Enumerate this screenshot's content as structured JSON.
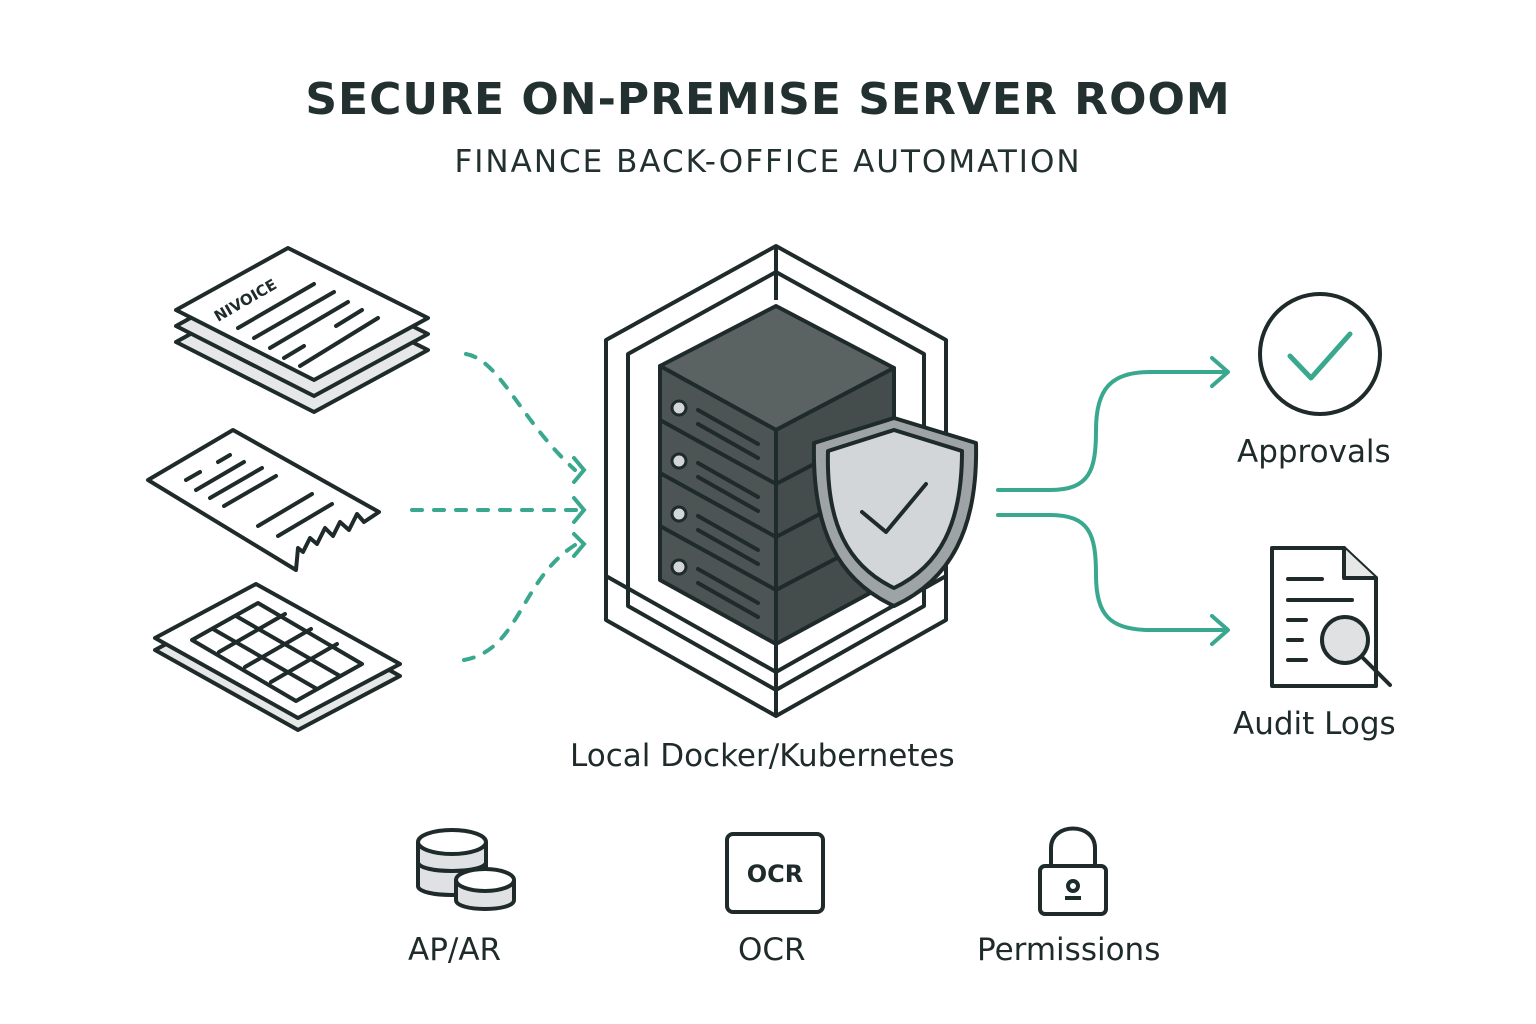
{
  "header": {
    "title": "SECURE ON-PREMISE SERVER ROOM",
    "subtitle": "FINANCE BACK-OFFICE AUTOMATION"
  },
  "inputs": {
    "invoice_stamp": "NIVOICE",
    "items": [
      {
        "icon": "invoice-stack-icon"
      },
      {
        "icon": "receipt-icon"
      },
      {
        "icon": "spreadsheet-icon"
      }
    ]
  },
  "center": {
    "label": "Local Docker/Kubernetes",
    "icon": "secure-server-icon"
  },
  "outputs": [
    {
      "label": "Approvals",
      "icon": "check-circle-icon"
    },
    {
      "label": "Audit Logs",
      "icon": "document-search-icon"
    }
  ],
  "features": [
    {
      "label": "AP/AR",
      "icon": "database-icon"
    },
    {
      "label": "OCR",
      "icon": "ocr-icon",
      "badge": "OCR"
    },
    {
      "label": "Permissions",
      "icon": "lock-icon"
    }
  ],
  "colors": {
    "accent": "#3aa88e",
    "stroke": "#1f2a2a",
    "server": "#4c5454",
    "shield_fill": "#d3d6d8"
  }
}
